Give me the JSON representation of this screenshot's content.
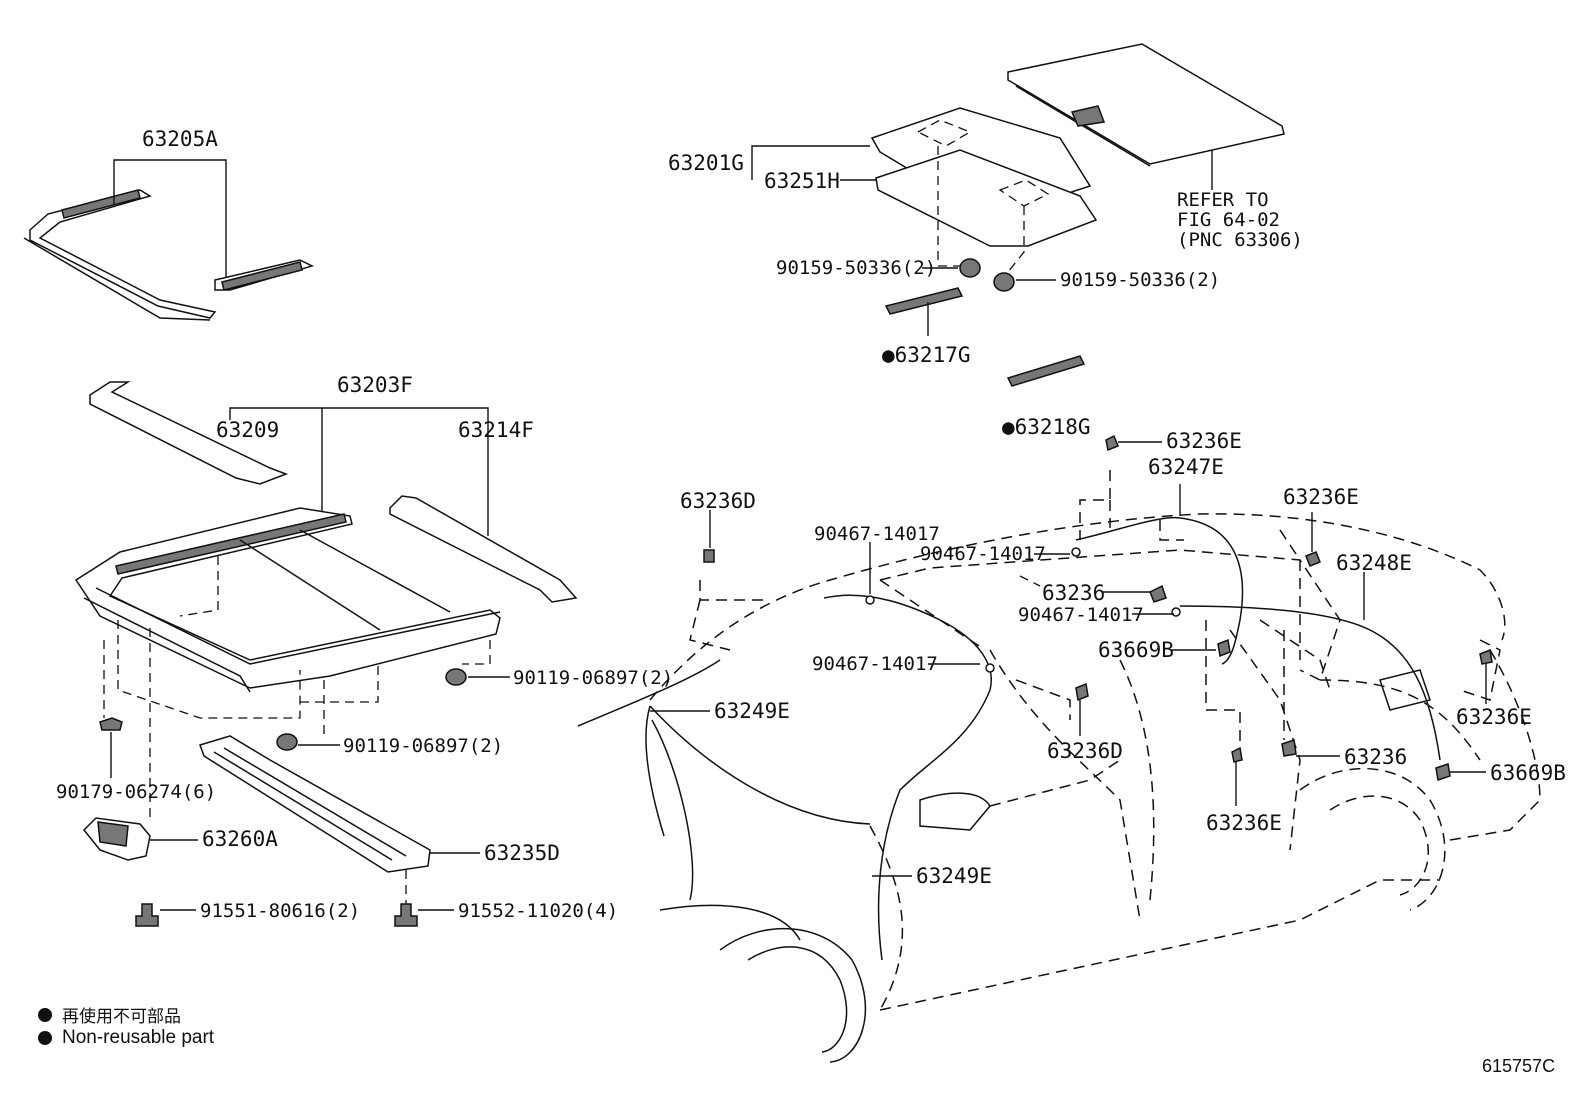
{
  "labels": {
    "p63205A": "63205A",
    "p63203F": "63203F",
    "p63209": "63209",
    "p63214F": "63214F",
    "p90119a": "90119-06897(2)",
    "p90119b": "90119-06897(2)",
    "p90179": "90179-06274(6)",
    "p63260A": "63260A",
    "p63235D": "63235D",
    "p91551": "91551-80616(2)",
    "p91552": "91552-11020(4)",
    "p63201G": "63201G",
    "p63251H": "63251H",
    "p90159a": "90159-50336(2)",
    "p90159b": "90159-50336(2)",
    "p63217G": "●63217G",
    "p63218G": "●63218G",
    "refer1": "REFER TO",
    "refer2": "FIG 64-02",
    "refer3": "(PNC 63306)",
    "p63236E_top": "63236E",
    "p63247E": "63247E",
    "p63236D_left": "63236D",
    "p63236E_right": "63236E",
    "p90467a": "90467-14017",
    "p90467b": "90467-14017",
    "p63236_mid": "63236",
    "p90467c": "90467-14017",
    "p63248E": "63248E",
    "p63669B_mid": "63669B",
    "p90467d": "90467-14017",
    "p63249E_top": "63249E",
    "p63236D_door": "63236D",
    "p63236E_rear": "63236E",
    "p63236_low": "63236",
    "p63669B_rear": "63669B",
    "p63236E_bottom": "63236E",
    "p63249E_low": "63249E"
  },
  "legend": {
    "jp": "再使用不可部品",
    "en": "Non-reusable part"
  },
  "figure_code": "615757C"
}
